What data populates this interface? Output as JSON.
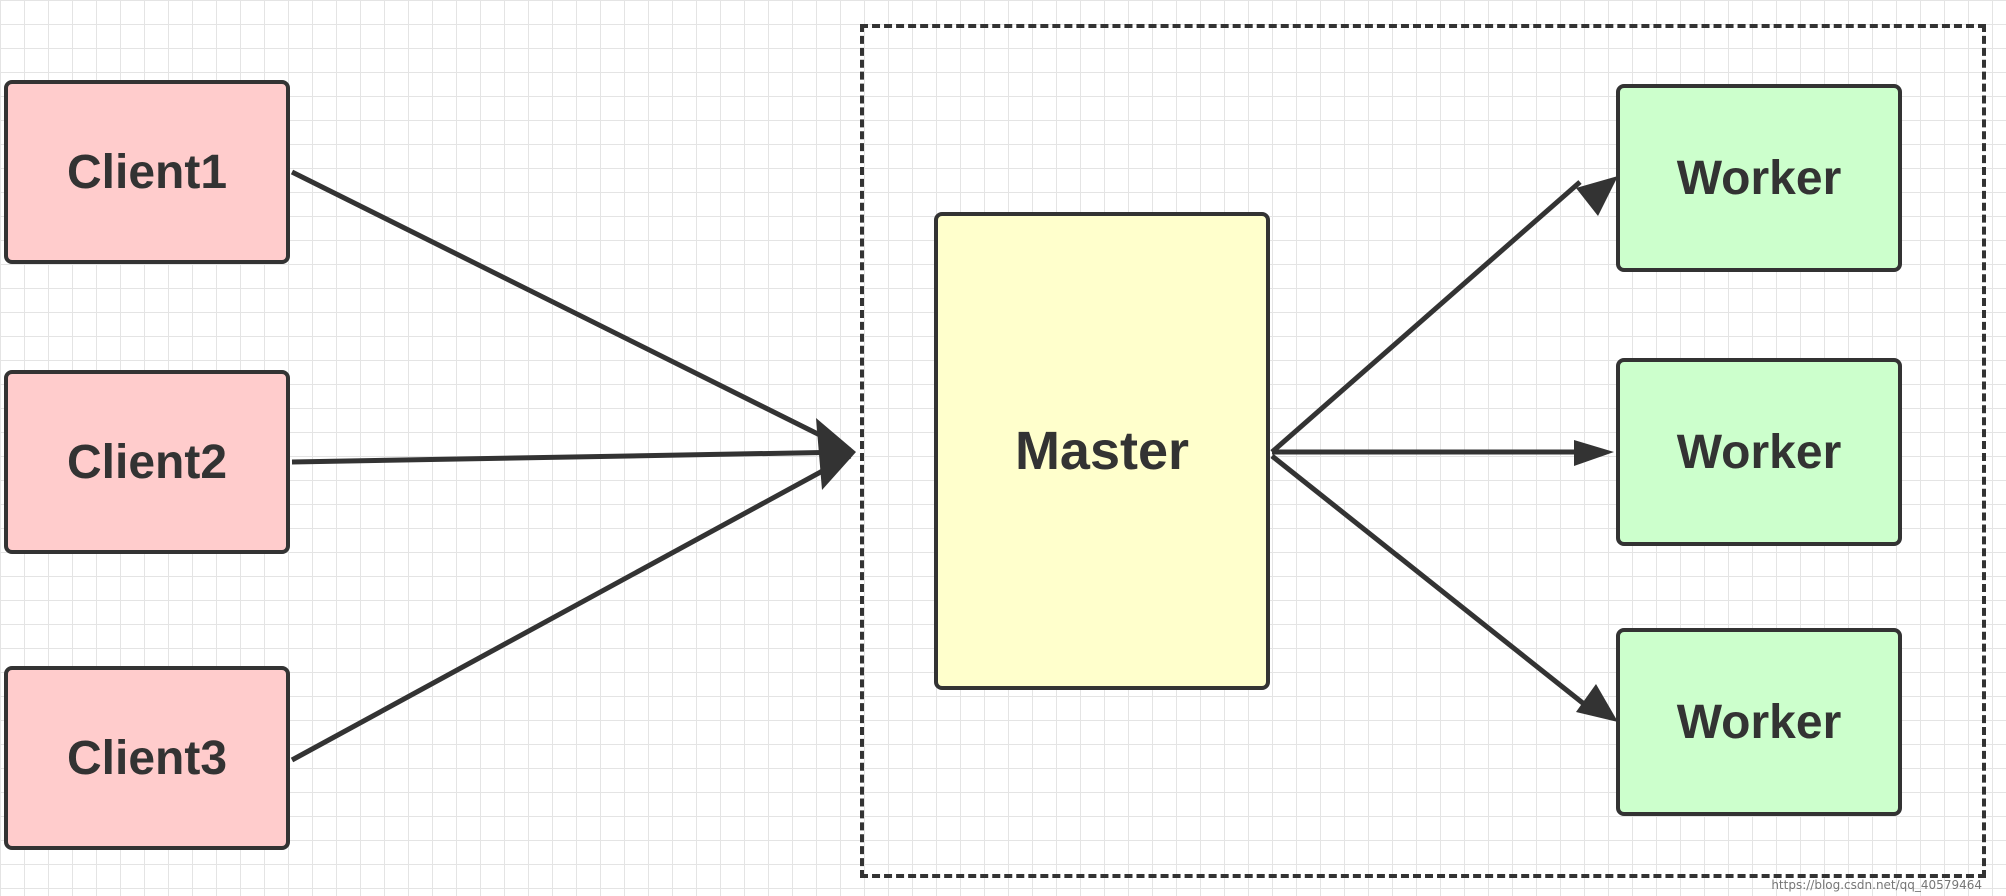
{
  "diagram": {
    "clients": [
      {
        "label": "Client1"
      },
      {
        "label": "Client2"
      },
      {
        "label": "Client3"
      }
    ],
    "master": {
      "label": "Master"
    },
    "workers": [
      {
        "label": "Worker"
      },
      {
        "label": "Worker"
      },
      {
        "label": "Worker"
      }
    ],
    "edges": [
      {
        "from": "Client1",
        "to": "Master"
      },
      {
        "from": "Client2",
        "to": "Master"
      },
      {
        "from": "Client3",
        "to": "Master"
      },
      {
        "from": "Master",
        "to": "Worker 1"
      },
      {
        "from": "Master",
        "to": "Worker 2"
      },
      {
        "from": "Master",
        "to": "Worker 3"
      }
    ],
    "colors": {
      "client_fill": "#ffcccc",
      "master_fill": "#ffffcc",
      "worker_fill": "#ccffcc",
      "stroke": "#333333",
      "grid": "#e4e4e4"
    },
    "watermark": "https://blog.csdn.net/qq_40579464"
  }
}
